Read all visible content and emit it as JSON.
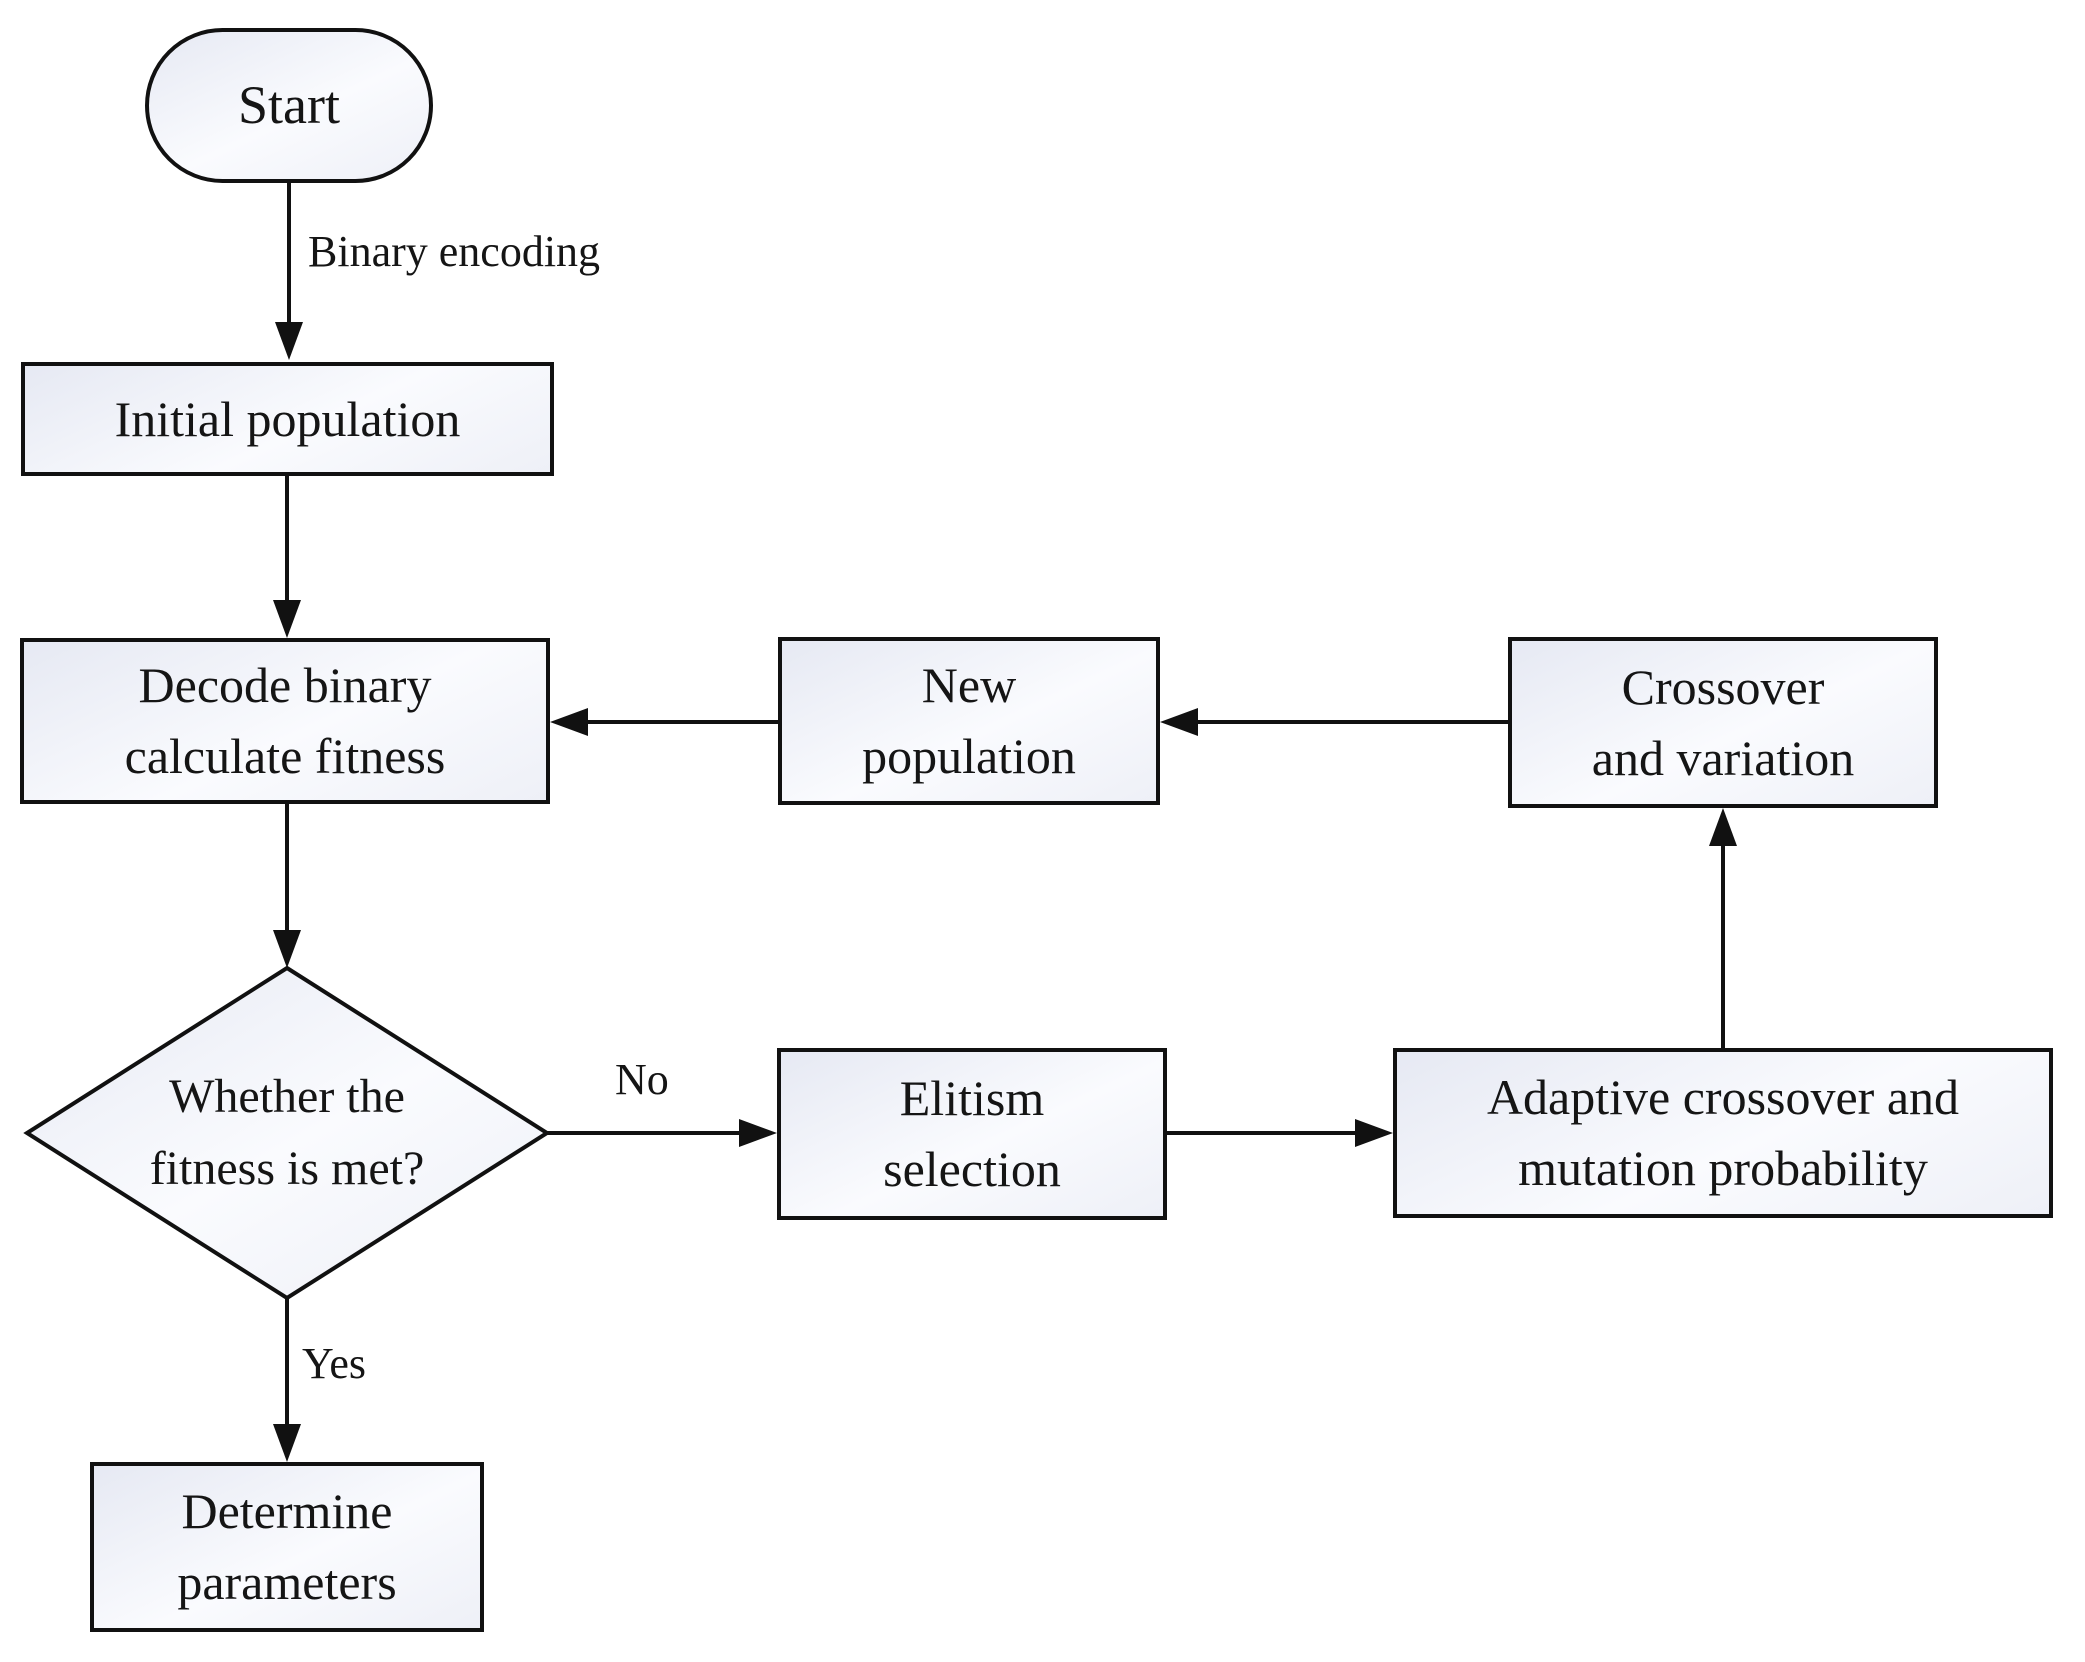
{
  "figure": {
    "type": "flowchart",
    "background": "#ffffff",
    "line_color": "#111111",
    "node_fill_top": "#e6e9f3",
    "node_fill_bottom": "#eef0f7",
    "text_color": "#151515"
  },
  "nodes": {
    "start": {
      "label": "Start",
      "shape": "stadium"
    },
    "initial_population": {
      "label": "Initial population",
      "shape": "rect"
    },
    "decode_fitness": {
      "lines": [
        "Decode binary",
        "calculate fitness"
      ],
      "shape": "rect"
    },
    "fitness_decision": {
      "lines": [
        "Whether the",
        "fitness is met?"
      ],
      "shape": "diamond"
    },
    "determine_parameters": {
      "lines": [
        "Determine",
        "parameters"
      ],
      "shape": "rect"
    },
    "new_population": {
      "lines": [
        "New",
        "population"
      ],
      "shape": "rect"
    },
    "crossover_variation": {
      "lines": [
        "Crossover",
        "and variation"
      ],
      "shape": "rect"
    },
    "elitism_selection": {
      "lines": [
        "Elitism",
        "selection"
      ],
      "shape": "rect"
    },
    "adaptive_probability": {
      "lines": [
        "Adaptive crossover and",
        "mutation probability"
      ],
      "shape": "rect"
    }
  },
  "edge_labels": {
    "binary_encoding": "Binary encoding",
    "yes": "Yes",
    "no": "No"
  }
}
